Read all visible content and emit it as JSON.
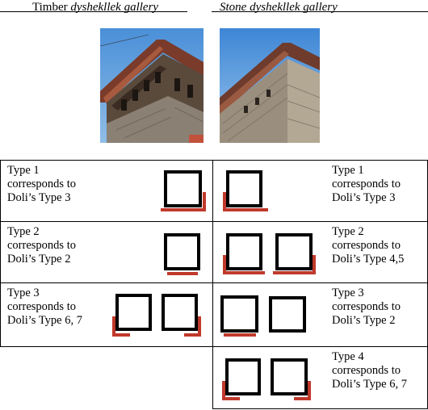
{
  "header": {
    "left_prefix": "Timber ",
    "left_italic": "dyshekllek gallery",
    "right_italic": "Stone dyshekllek gallery"
  },
  "images": {
    "left": "timber-gallery-photo",
    "right": "stone-gallery-photo"
  },
  "colors": {
    "square": "#000000",
    "accent": "#c0392b"
  },
  "timber": [
    {
      "lines": [
        "Type 1",
        "corresponds to",
        "Doli’s Type 3"
      ]
    },
    {
      "lines": [
        "Type 2",
        "corresponds to",
        "Doli’s Type 2"
      ]
    },
    {
      "lines": [
        "Type 3",
        "corresponds to",
        "Doli’s Type 6, 7"
      ]
    }
  ],
  "stone": [
    {
      "lines": [
        "Type 1",
        "corresponds to",
        "Doli’s Type 3"
      ]
    },
    {
      "lines": [
        "Type 2",
        "corresponds to",
        "Doli’s Type 4,5"
      ]
    },
    {
      "lines": [
        "Type 3",
        "corresponds to",
        "Doli’s Type 2"
      ]
    },
    {
      "lines": [
        "Type 4",
        "corresponds to",
        "Doli’s Type 6, 7"
      ]
    }
  ]
}
